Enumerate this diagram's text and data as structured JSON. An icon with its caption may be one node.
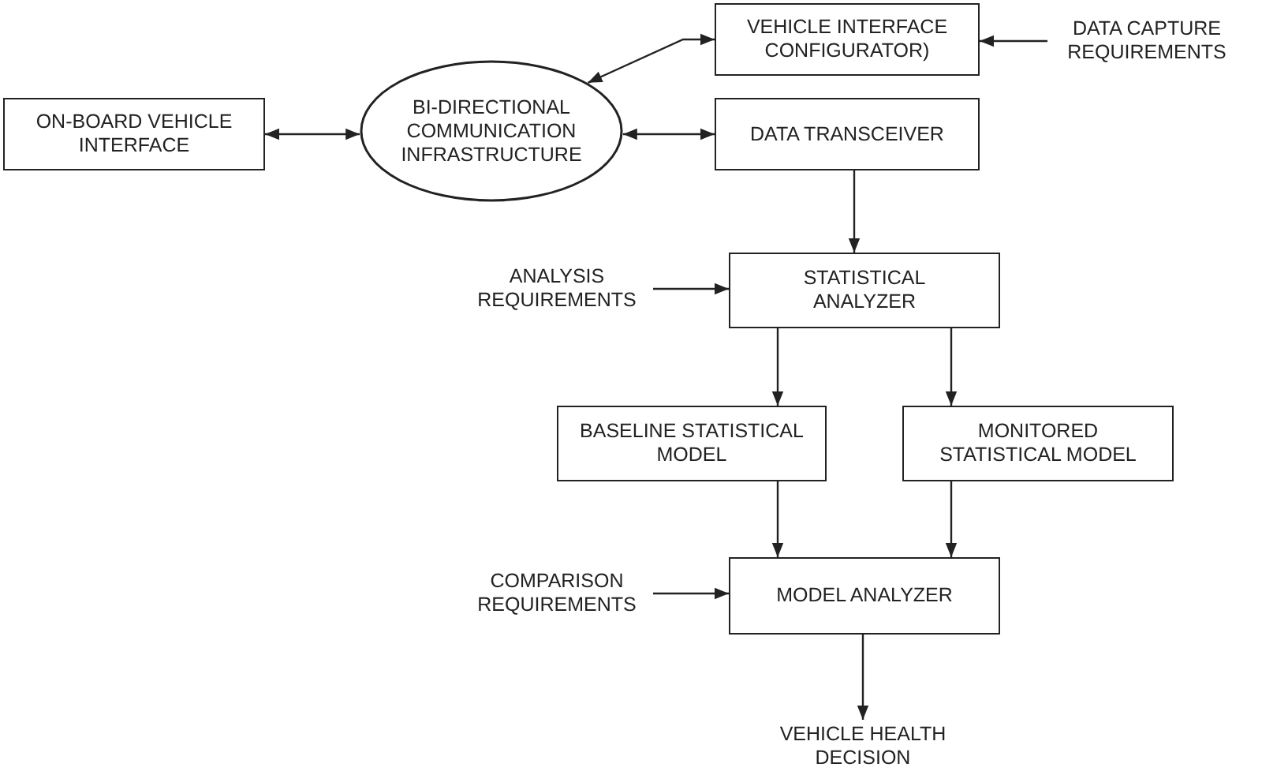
{
  "diagram": {
    "nodes": [
      {
        "text": [
          "ON-BOARD VEHICLE INTERFACE"
        ]
      },
      {
        "text": [
          "BI-DIRECTIONAL COMMUNICATION INFRASTRUCTURE"
        ]
      },
      {
        "text": [
          "VEHICLE INTERFACE CONFIGURATOR)"
        ]
      },
      {
        "text": [
          "DATA CAPTURE REQUIREMENTS"
        ]
      },
      {
        "text": [
          "DATA TRANSCEIVER"
        ]
      },
      {
        "text": [
          "ANALYSIS REQUIREMENTS"
        ]
      },
      {
        "text": [
          "STATISTICAL ANALYZER"
        ]
      },
      {
        "text": [
          "BASELINE STATISTICAL MODEL"
        ]
      },
      {
        "text": [
          "MONITORED STATISTICAL MODEL"
        ]
      },
      {
        "text": [
          "COMPARISON REQUIREMENTS"
        ]
      },
      {
        "text": [
          "MODEL ANALYZER"
        ]
      },
      {
        "text": [
          "VEHICLE HEALTH DECISION"
        ]
      }
    ],
    "edges": [
      {
        "from": 0,
        "to": 1,
        "arrow": "both"
      },
      {
        "from": 1,
        "to": 2,
        "arrow": "both"
      },
      {
        "from": 1,
        "to": 4,
        "arrow": "both"
      },
      {
        "from": 3,
        "to": 2,
        "arrow": "to"
      },
      {
        "from": 4,
        "to": 6,
        "arrow": "to"
      },
      {
        "from": 5,
        "to": 6,
        "arrow": "to"
      },
      {
        "from": 6,
        "to": 7,
        "arrow": "to"
      },
      {
        "from": 6,
        "to": 8,
        "arrow": "to"
      },
      {
        "from": 7,
        "to": 10,
        "arrow": "to"
      },
      {
        "from": 8,
        "to": 10,
        "arrow": "to"
      },
      {
        "from": 9,
        "to": 10,
        "arrow": "to"
      },
      {
        "from": 10,
        "to": 11,
        "arrow": "to"
      }
    ]
  }
}
